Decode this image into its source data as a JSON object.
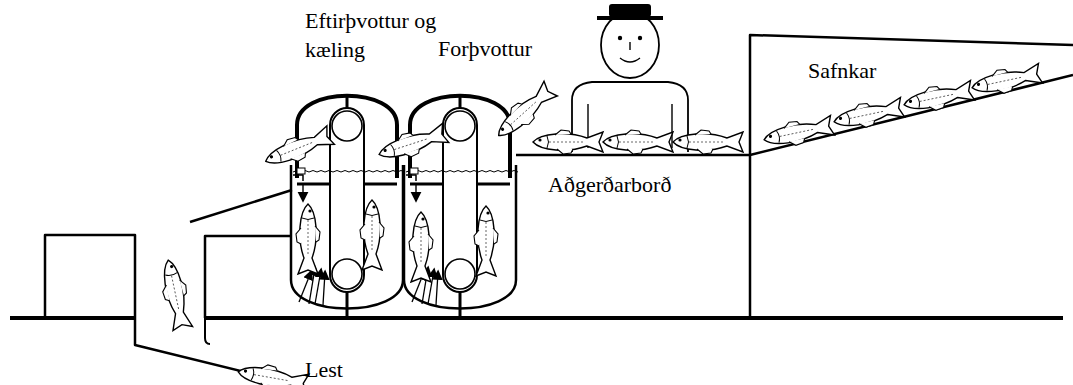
{
  "diagram": {
    "labels": [
      "Eftirþvottur og kæling",
      "Forþvottur",
      "Aðgerðarborð",
      "Safnkar",
      "Lest"
    ]
  }
}
